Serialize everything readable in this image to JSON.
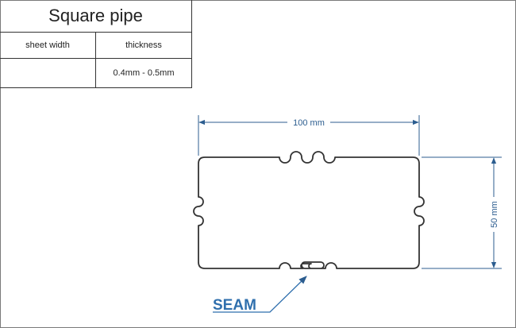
{
  "spec_table": {
    "title": "Square pipe",
    "col_sheet_width": "sheet width",
    "col_thickness": "thickness",
    "sheet_width_value": "",
    "thickness_value": "0.4mm - 0.5mm"
  },
  "drawing": {
    "width_label": "100 mm",
    "height_label": "50 mm",
    "seam_label": "SEAM"
  },
  "colors": {
    "dimension": "#2c5d8f",
    "seam": "#2f6fad",
    "outline": "#333333"
  }
}
